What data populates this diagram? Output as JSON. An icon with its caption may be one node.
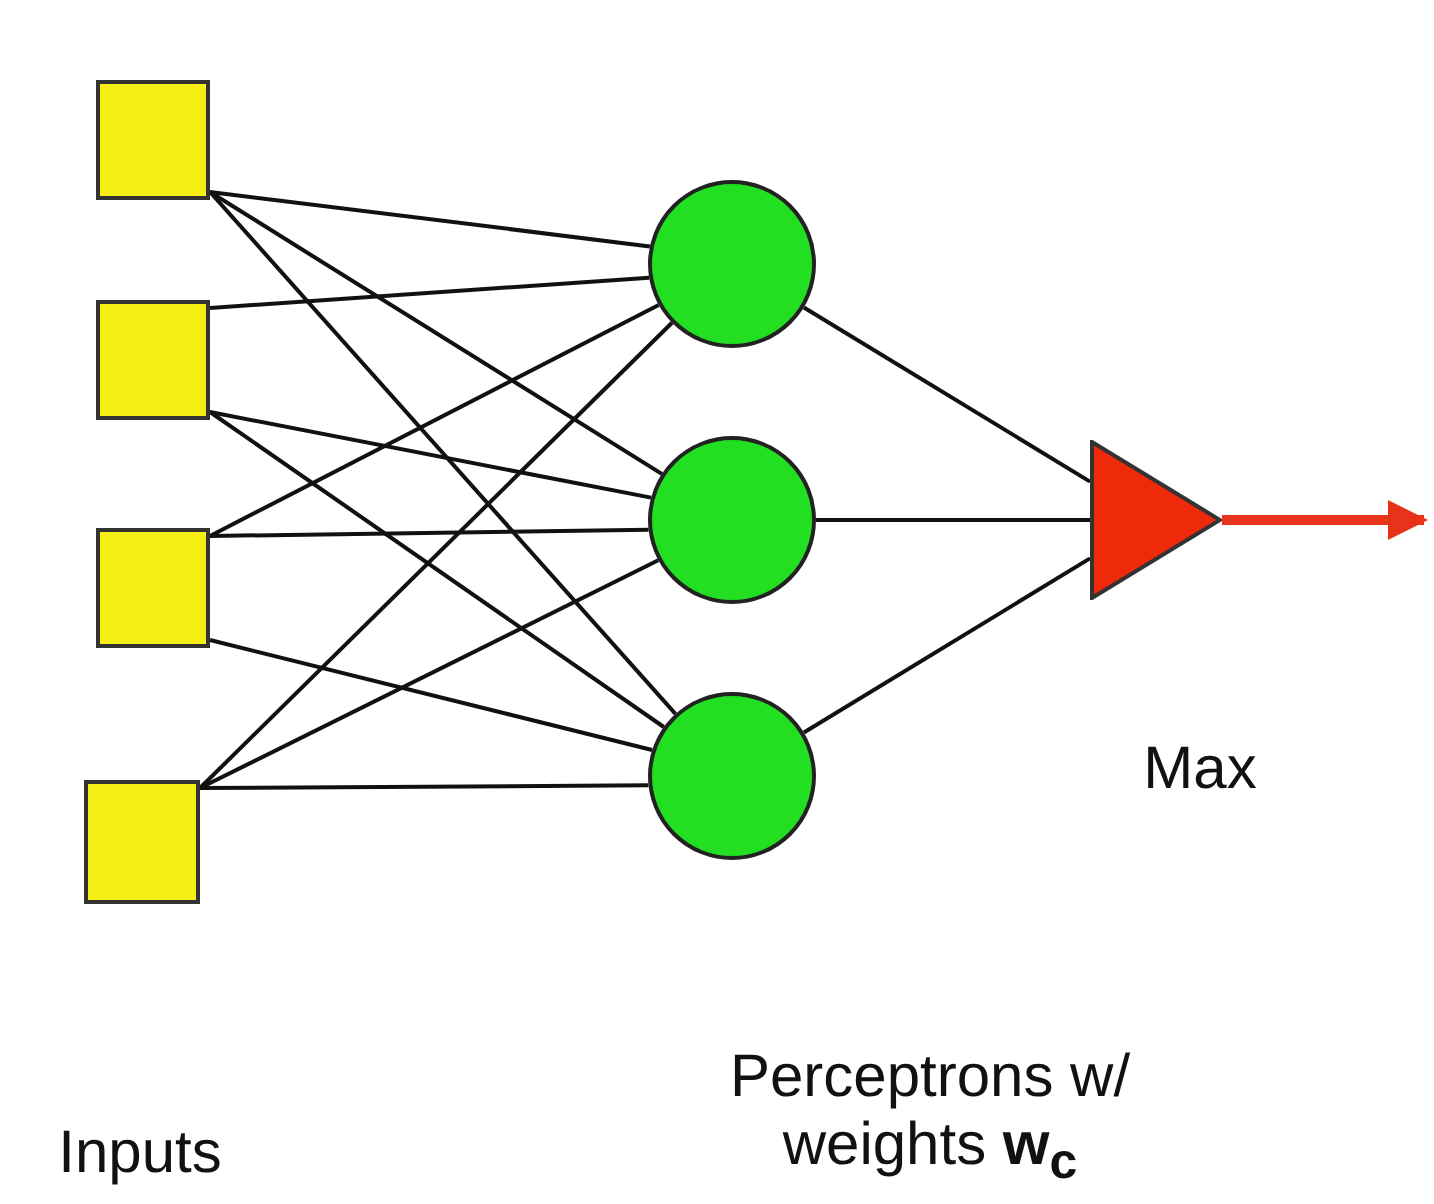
{
  "diagram": {
    "nodes": [
      {
        "text": [],
        "shape": "box"
      },
      {
        "text": [],
        "shape": "box"
      },
      {
        "text": [],
        "shape": "box"
      },
      {
        "text": [],
        "shape": "box"
      },
      {
        "text": [],
        "shape": "circle"
      },
      {
        "text": [],
        "shape": "circle"
      },
      {
        "text": [],
        "shape": "circle"
      },
      {
        "text": [],
        "shape": "triangle",
        "beside": [
          "Max"
        ]
      }
    ],
    "edges": [
      {
        "from": 0,
        "to": 4,
        "arrow": "none"
      },
      {
        "from": 0,
        "to": 5,
        "arrow": "none"
      },
      {
        "from": 0,
        "to": 6,
        "arrow": "none"
      },
      {
        "from": 1,
        "to": 4,
        "arrow": "none"
      },
      {
        "from": 1,
        "to": 5,
        "arrow": "none"
      },
      {
        "from": 1,
        "to": 6,
        "arrow": "none"
      },
      {
        "from": 2,
        "to": 4,
        "arrow": "none"
      },
      {
        "from": 2,
        "to": 5,
        "arrow": "none"
      },
      {
        "from": 2,
        "to": 6,
        "arrow": "none"
      },
      {
        "from": 3,
        "to": 4,
        "arrow": "none"
      },
      {
        "from": 3,
        "to": 5,
        "arrow": "none"
      },
      {
        "from": 3,
        "to": 6,
        "arrow": "none"
      },
      {
        "from": 4,
        "to": 7,
        "arrow": "none"
      },
      {
        "from": 5,
        "to": 7,
        "arrow": "none"
      },
      {
        "from": 6,
        "to": 7,
        "arrow": "none"
      },
      {
        "from": 7,
        "to": null,
        "arrow": "to",
        "style": "thick",
        "color": "#e8321a"
      }
    ],
    "labels": [
      "Perceptrons w/ weights **w**$_{c}$",
      "Inputs"
    ]
  }
}
